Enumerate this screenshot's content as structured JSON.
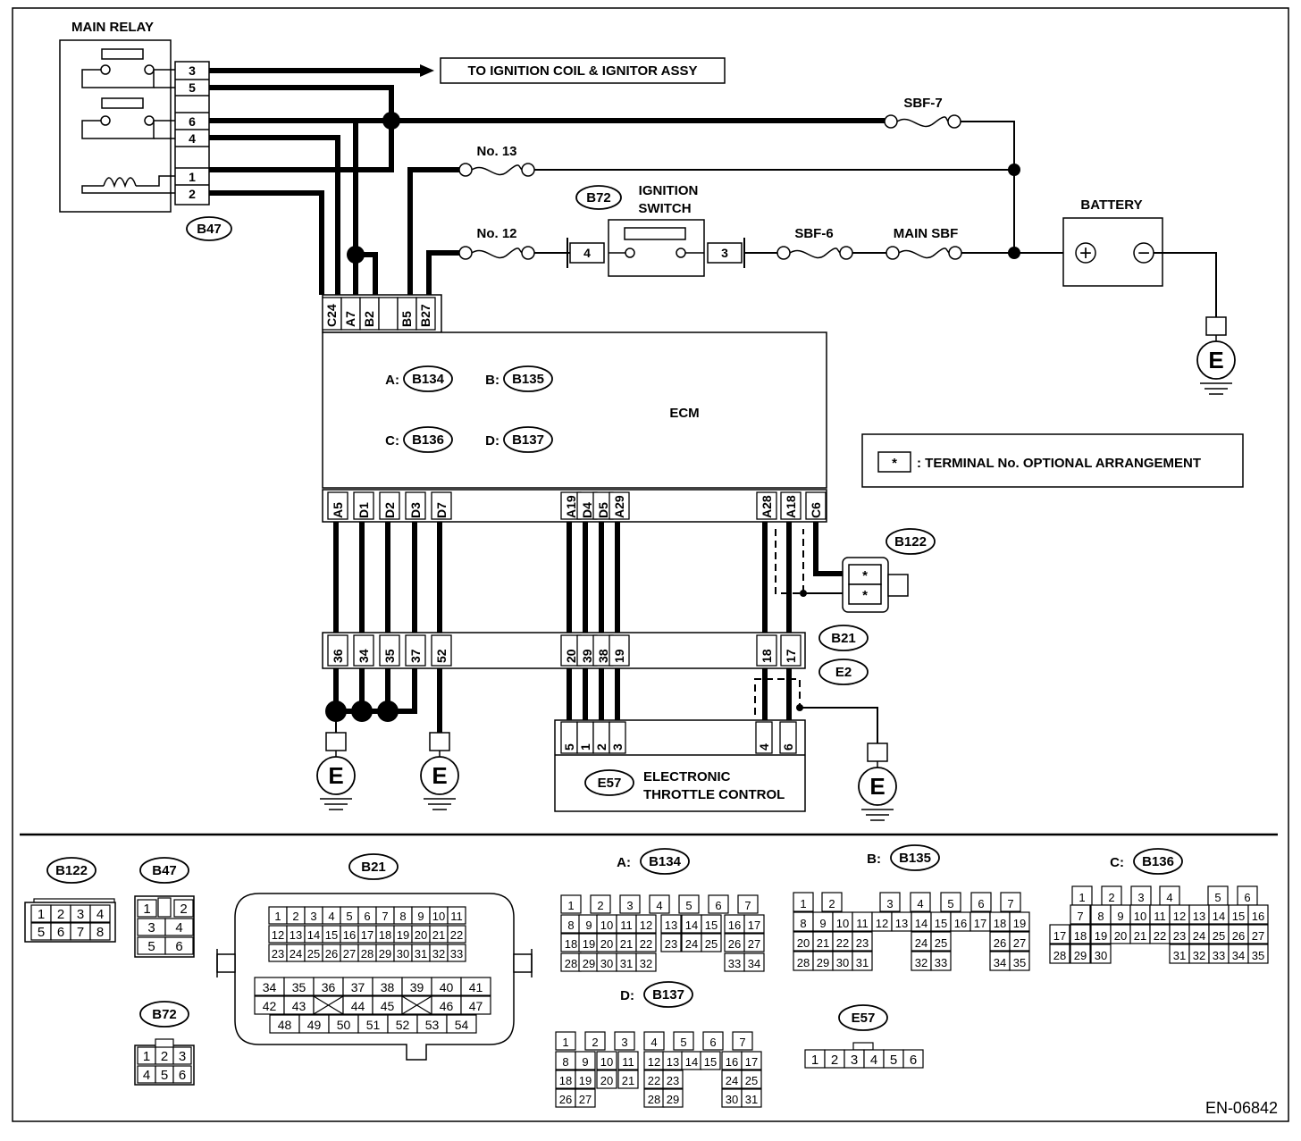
{
  "diagram_code": "EN-06842",
  "components": {
    "main_relay": {
      "label": "MAIN RELAY",
      "connector": "B47",
      "pins": [
        "3",
        "5",
        "6",
        "4",
        "1",
        "2"
      ]
    },
    "ignition_coil": {
      "label": "TO IGNITION COIL & IGNITOR ASSY"
    },
    "fuse_sbf7": {
      "label": "SBF-7"
    },
    "fuse_no13": {
      "label": "No. 13"
    },
    "fuse_no12": {
      "label": "No. 12"
    },
    "ignition_switch": {
      "connector": "B72",
      "label_line1": "IGNITION",
      "label_line2": "SWITCH",
      "pin_in": "4",
      "pin_out": "3"
    },
    "fuse_sbf6": {
      "label": "SBF-6"
    },
    "fuse_main_sbf": {
      "label": "MAIN SBF"
    },
    "battery": {
      "label": "BATTERY",
      "plus": "+",
      "minus": "−"
    },
    "ecm": {
      "label": "ECM",
      "connectors": [
        {
          "prefix": "A:",
          "name": "B134"
        },
        {
          "prefix": "B:",
          "name": "B135"
        },
        {
          "prefix": "C:",
          "name": "B136"
        },
        {
          "prefix": "D:",
          "name": "B137"
        }
      ],
      "top_pins": [
        "C24",
        "A7",
        "B2",
        "",
        "B5",
        "B27"
      ],
      "bottom_pins": [
        "A5",
        "D1",
        "D2",
        "D3",
        "D7",
        "A19",
        "D4",
        "D5",
        "A29",
        "A28",
        "A18",
        "C6"
      ]
    },
    "joint_b122": {
      "connector": "B122",
      "pins": [
        "*",
        "*"
      ]
    },
    "joint_b21_e2": {
      "connector_a": "B21",
      "connector_b": "E2",
      "pins": [
        "36",
        "34",
        "35",
        "37",
        "52",
        "20",
        "39",
        "38",
        "19",
        "18",
        "17"
      ]
    },
    "throttle": {
      "connector": "E57",
      "label_line1": "ELECTRONIC",
      "label_line2": "THROTTLE CONTROL",
      "pins": [
        "5",
        "1",
        "2",
        "3",
        "4",
        "6"
      ]
    },
    "ground_label": "E",
    "legend": {
      "symbol": "*",
      "text": ": TERMINAL No. OPTIONAL ARRANGEMENT"
    }
  },
  "connector_views": {
    "b122": {
      "name": "B122",
      "rows": [
        [
          "1",
          "2",
          "3",
          "4"
        ],
        [
          "5",
          "6",
          "7",
          "8"
        ]
      ]
    },
    "b47": {
      "name": "B47",
      "rows": [
        [
          "1",
          "",
          "2"
        ],
        [
          "3",
          "4"
        ],
        [
          "5",
          "6"
        ]
      ]
    },
    "b72": {
      "name": "B72",
      "rows": [
        [
          "1",
          "2",
          "3"
        ],
        [
          "4",
          "5",
          "6"
        ]
      ]
    },
    "b21": {
      "name": "B21",
      "rows": [
        [
          "1",
          "2",
          "3",
          "4",
          "5",
          "6",
          "7",
          "8",
          "9",
          "10",
          "11"
        ],
        [
          "12",
          "13",
          "14",
          "15",
          "16",
          "17",
          "18",
          "19",
          "20",
          "21",
          "22"
        ],
        [
          "23",
          "24",
          "25",
          "26",
          "27",
          "28",
          "29",
          "30",
          "31",
          "32",
          "33"
        ],
        [
          "34",
          "35",
          "36",
          "37",
          "38",
          "39",
          "40",
          "41"
        ],
        [
          "42",
          "43",
          "",
          "44",
          "45",
          "",
          "46",
          "47"
        ],
        [
          "48",
          "49",
          "50",
          "51",
          "52",
          "53",
          "54"
        ]
      ]
    },
    "b134": {
      "prefix": "A:",
      "name": "B134",
      "rows": [
        [
          "1",
          "2",
          "3",
          "4",
          "5",
          "6",
          "7"
        ],
        [
          "8",
          "9",
          "10",
          "11",
          "12",
          "13",
          "14",
          "15",
          "16",
          "17"
        ],
        [
          "18",
          "19",
          "20",
          "21",
          "22",
          "23",
          "24",
          "25",
          "26",
          "27"
        ],
        [
          "28",
          "29",
          "30",
          "31",
          "32",
          "33",
          "34"
        ]
      ]
    },
    "b135": {
      "prefix": "B:",
      "name": "B135",
      "rows": [
        [
          "1",
          "2",
          "3",
          "4",
          "5",
          "6",
          "7"
        ],
        [
          "8",
          "9",
          "10",
          "11",
          "12",
          "13",
          "14",
          "15",
          "16",
          "17",
          "18",
          "19"
        ],
        [
          "20",
          "21",
          "22",
          "23",
          "24",
          "25",
          "26",
          "27"
        ],
        [
          "28",
          "29",
          "30",
          "31",
          "32",
          "33",
          "34",
          "35"
        ]
      ]
    },
    "b136": {
      "prefix": "C:",
      "name": "B136",
      "rows": [
        [
          "1",
          "2",
          "3",
          "4",
          "5",
          "6"
        ],
        [
          "7",
          "8",
          "9",
          "10",
          "11",
          "12",
          "13",
          "14",
          "15",
          "16"
        ],
        [
          "17",
          "18",
          "19",
          "20",
          "21",
          "22",
          "23",
          "24",
          "25",
          "26",
          "27"
        ],
        [
          "28",
          "29",
          "30",
          "31",
          "32",
          "33",
          "34",
          "35"
        ]
      ]
    },
    "b137": {
      "prefix": "D:",
      "name": "B137",
      "rows": [
        [
          "1",
          "2",
          "3",
          "4",
          "5",
          "6",
          "7"
        ],
        [
          "8",
          "9",
          "10",
          "11",
          "12",
          "13",
          "14",
          "15",
          "16",
          "17"
        ],
        [
          "18",
          "19",
          "20",
          "21",
          "22",
          "23",
          "24",
          "25"
        ],
        [
          "26",
          "27",
          "28",
          "29",
          "30",
          "31"
        ]
      ]
    },
    "e57": {
      "name": "E57",
      "rows": [
        [
          "1",
          "2",
          "3",
          "4",
          "5",
          "6"
        ]
      ]
    }
  }
}
